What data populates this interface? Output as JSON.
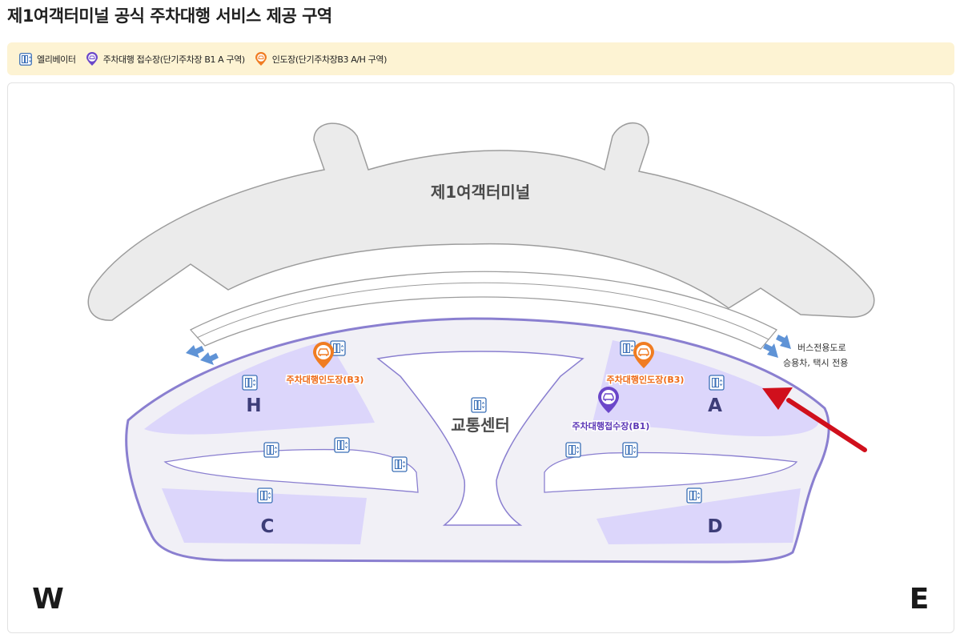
{
  "header": {
    "title": "제1여객터미널 공식 주차대행 서비스 제공 구역"
  },
  "legend": [
    {
      "icon": "elevator-icon",
      "label": "엘리베이터"
    },
    {
      "icon": "valet-reception-pin-icon",
      "label": "주차대행 접수장(단기주차장 B1 A 구역)",
      "color": "#6b47c9"
    },
    {
      "icon": "valet-delivery-pin-icon",
      "label": "인도장(단기주차장B3 A/H 구역)",
      "color": "#f07c22"
    }
  ],
  "map": {
    "terminal_label": "제1여객터미널",
    "transport_center_label": "교통센터",
    "zones": {
      "H": "H",
      "A": "A",
      "C": "C",
      "D": "D"
    },
    "delivery_label_left": "주차대행인도장(B3)",
    "delivery_label_right": "주차대행인도장(B3)",
    "reception_label": "주차대행접수장(B1)",
    "road_note": [
      "버스전용도로",
      "승용차, 택시 전용"
    ],
    "compass_west": "W",
    "compass_east": "E",
    "colors": {
      "zone_fill": "#dcd6fb",
      "outline": "#8a7fd0",
      "terminal": "#ebebeb",
      "arrow": "#d0101c",
      "road_arrow": "#5f93d6",
      "orange": "#f07c22",
      "purple": "#6b47c9"
    }
  }
}
